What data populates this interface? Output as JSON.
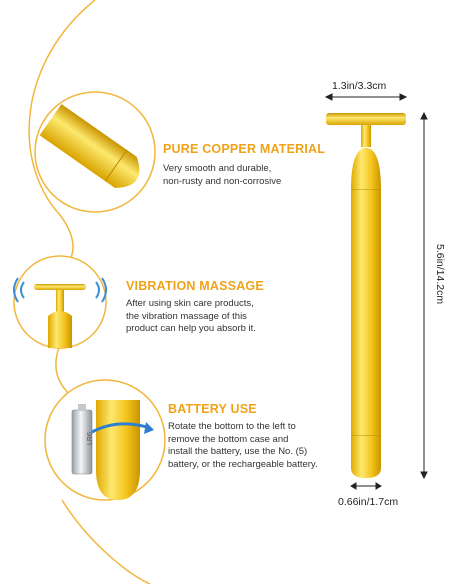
{
  "features": [
    {
      "title": "PURE COPPER MATERIAL",
      "lines": [
        "Very smooth and durable,",
        "non-rusty and non-corrosive"
      ]
    },
    {
      "title": "VIBRATION MASSAGE",
      "lines": [
        "After using skin care products,",
        "the vibration massage of this",
        "product can help you absorb it."
      ]
    },
    {
      "title": "BATTERY USE",
      "lines": [
        "Rotate the bottom to the left to",
        "remove the bottom case and",
        "install the battery, use the No. (5)",
        "battery, or the rechargeable battery."
      ]
    }
  ],
  "dimensions": {
    "head_width": "1.3in/3.3cm",
    "length": "5.6in/14.2cm",
    "body_width": "0.66in/1.7cm"
  },
  "colors": {
    "accent": "#f0a31a",
    "gold_light": "#fce16a",
    "gold_dark": "#d9a300"
  }
}
